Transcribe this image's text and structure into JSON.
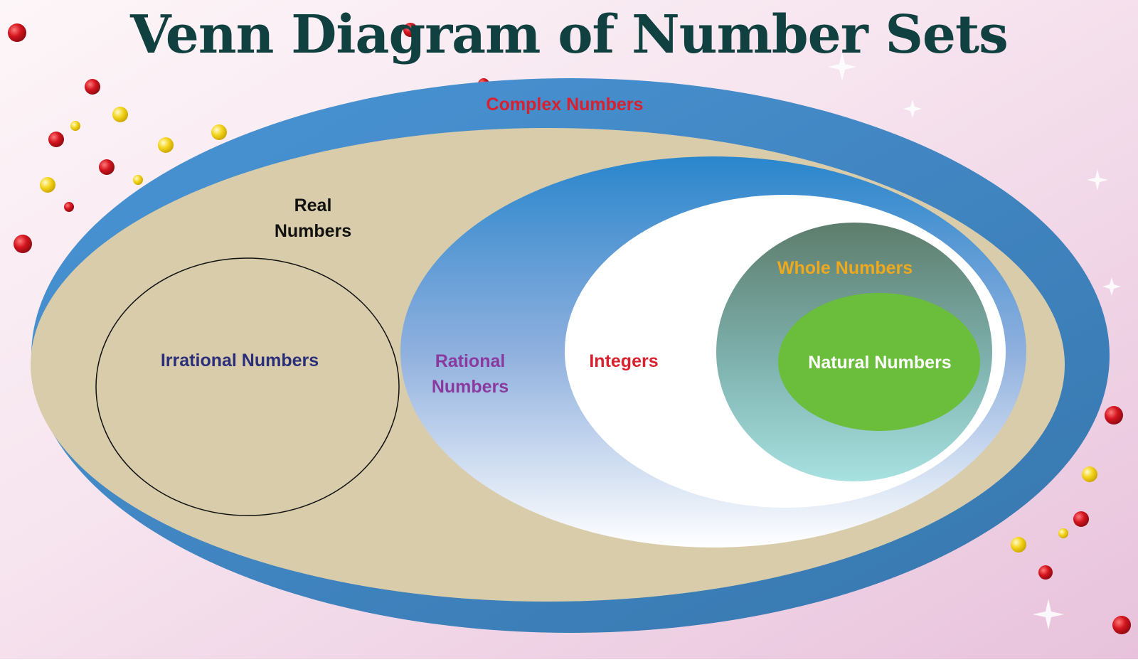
{
  "title": "Venn Diagram of Number Sets",
  "sets": {
    "complex": {
      "label": "Complex Numbers",
      "color": "#d8212e"
    },
    "real": {
      "label_line1": "Real",
      "label_line2": "Numbers",
      "color": "#111111"
    },
    "irrational": {
      "label": "Irrational Numbers",
      "color": "#2b2f7a"
    },
    "rational": {
      "label_line1": "Rational",
      "label_line2": "Numbers",
      "color": "#8a3a9e"
    },
    "integers": {
      "label": "Integers",
      "color": "#d8212e"
    },
    "whole": {
      "label": "Whole Numbers",
      "color": "#f0a81c"
    },
    "natural": {
      "label": "Natural Numbers",
      "color": "#ffffff"
    }
  },
  "colors": {
    "outer_ring": "#3d7fbd",
    "real_fill": "#d9ccaa",
    "natural_fill": "#6bbd3c",
    "title": "#10403f"
  }
}
